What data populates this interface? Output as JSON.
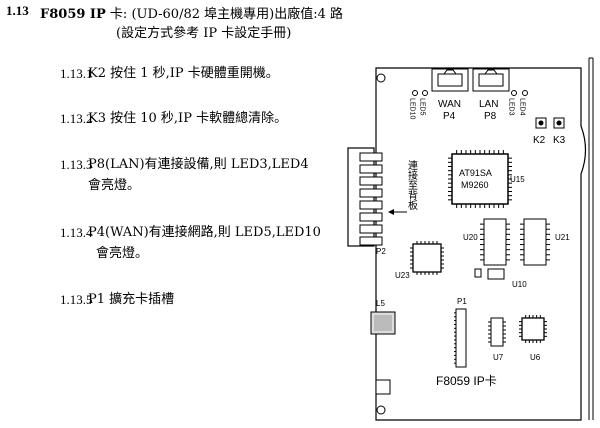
{
  "header": {
    "number": "1.13",
    "model": "F8059 IP",
    "title_rest": " 卡: (UD-60/82 埠主機專用)出廠值:4 路",
    "subtitle": "(設定方式參考 IP 卡設定手冊)"
  },
  "items": [
    {
      "num": "1.13.1",
      "line1": "K2 按住 1 秒,IP 卡硬體重開機。",
      "line2": ""
    },
    {
      "num": "1.13.2",
      "line1": "K3 按住 10 秒,IP 卡軟體總清除。",
      "line2": ""
    },
    {
      "num": "1.13.3",
      "line1": "P8(LAN)有連接設備,則 LED3,LED4",
      "line2": "會亮燈。"
    },
    {
      "num": "1.13.4",
      "line1": "P4(WAN)有連接網路,則 LED5,LED10",
      "line2": "會亮燈。"
    },
    {
      "num": "1.13.5",
      "line1": "P1 擴充卡插槽",
      "line2": ""
    }
  ],
  "board": {
    "card_name": "F8059  IP卡",
    "backplane_label": "連接至背板",
    "led10": "LED10",
    "led5": "LED5",
    "led3": "LED3",
    "led4": "LED4",
    "wan": "WAN",
    "p4": "P4",
    "lan": "LAN",
    "p8": "P8",
    "k2": "K2",
    "k3": "K3",
    "chip_line1": "AT91SA",
    "chip_line2": "M9260",
    "u15": "U15",
    "u20": "U20",
    "u21": "U21",
    "u23": "U23",
    "u10": "U10",
    "p2": "P2",
    "l5": "L5",
    "p1": "P1",
    "u7": "U7",
    "u6": "U6"
  }
}
